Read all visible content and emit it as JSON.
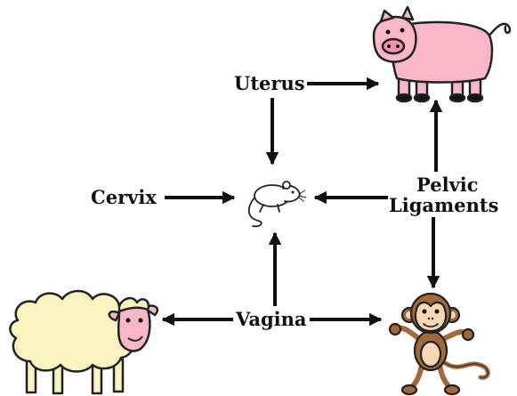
{
  "diagram": {
    "labels": {
      "uterus": "Uterus",
      "cervix": "Cervix",
      "pelvic_line1": "Pelvic",
      "pelvic_line2": "Ligaments",
      "vagina": "Vagina"
    },
    "animals": [
      {
        "name": "pig",
        "icon": "pig-icon",
        "color": "#f9b7c8"
      },
      {
        "name": "mouse",
        "icon": "mouse-icon",
        "color": "#ffffff"
      },
      {
        "name": "sheep",
        "icon": "sheep-icon",
        "color": "#fbf3c0"
      },
      {
        "name": "monkey",
        "icon": "monkey-icon",
        "color": "#a06a3a"
      }
    ],
    "edges": [
      {
        "from": "Uterus",
        "to": "pig"
      },
      {
        "from": "Uterus",
        "to": "mouse"
      },
      {
        "from": "Cervix",
        "to": "mouse"
      },
      {
        "from": "Pelvic Ligaments",
        "to": "mouse"
      },
      {
        "from": "Pelvic Ligaments",
        "to": "pig"
      },
      {
        "from": "Pelvic Ligaments",
        "to": "monkey"
      },
      {
        "from": "Vagina",
        "to": "mouse"
      },
      {
        "from": "Vagina",
        "to": "sheep"
      },
      {
        "from": "Vagina",
        "to": "monkey"
      }
    ]
  }
}
